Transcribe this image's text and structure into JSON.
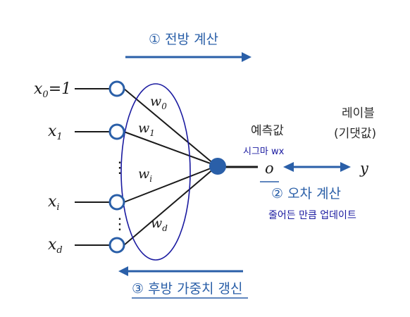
{
  "colors": {
    "blue": "#2a5fa8",
    "navy": "#1a1aa0",
    "node_fill": "#2a5fa8",
    "line": "#1a1a1a"
  },
  "steps": {
    "forward": "① 전방 계산",
    "error": "② 오차 계산",
    "backward": "③ 후방 가중치 갱신"
  },
  "inputs": {
    "x0": "x",
    "x0_sub": "0",
    "x0_eq": "=1",
    "x1": "x",
    "x1_sub": "1",
    "xi": "x",
    "xi_sub": "i",
    "xd": "x",
    "xd_sub": "d",
    "dots": "⋮"
  },
  "weights": {
    "w0": "w",
    "w0_sub": "0",
    "w1": "w",
    "w1_sub": "1",
    "wi": "w",
    "wi_sub": "i",
    "wd": "w",
    "wd_sub": "d"
  },
  "output": {
    "prediction_title": "예측값",
    "sigma_label": "시그마 wx",
    "o": "o",
    "label_title_1": "레이블",
    "label_title_2": "(기댓값)",
    "y": "y",
    "update_note": "줄어든 만큼 업데이트"
  }
}
